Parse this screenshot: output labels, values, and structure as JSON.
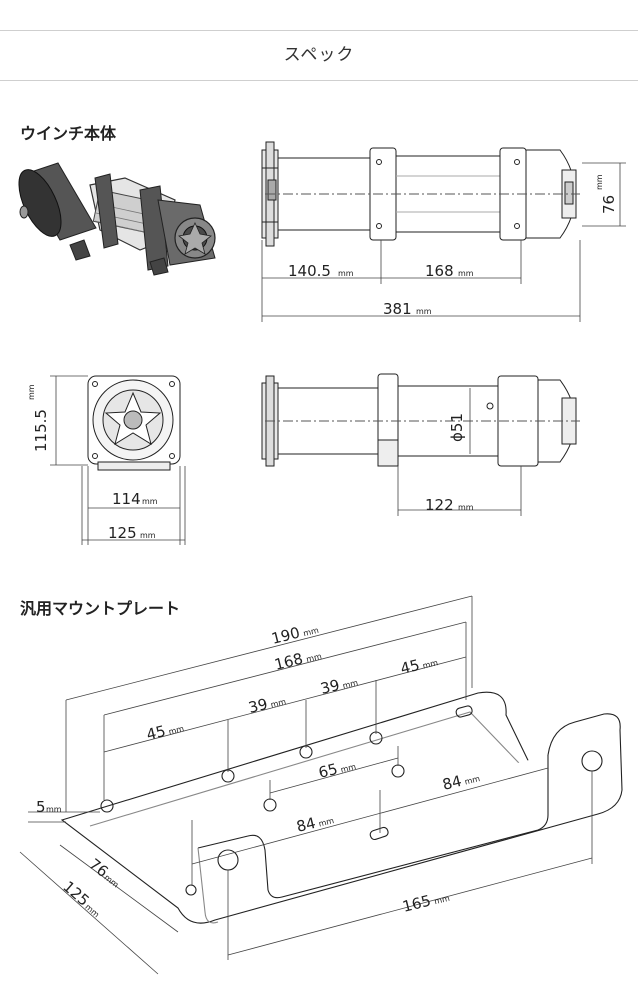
{
  "header": {
    "title": "スペック"
  },
  "sections": {
    "winch_body": "ウインチ本体",
    "mount_plate": "汎用マウントプレート"
  },
  "unit": "mm",
  "winch_dims": {
    "d1": "140.5",
    "d2": "168",
    "d3": "381",
    "d4": "76",
    "d5": "115.5",
    "d6": "114",
    "d7": "125",
    "d8": "122",
    "d9": "ϕ51"
  },
  "plate_dims": {
    "p1": "190",
    "p2": "168",
    "p3": "45",
    "p4": "39",
    "p5": "39",
    "p6": "45",
    "p7": "65",
    "p8": "84",
    "p9": "84",
    "p10": "5",
    "p11": "76",
    "p12": "125",
    "p13": "165"
  }
}
